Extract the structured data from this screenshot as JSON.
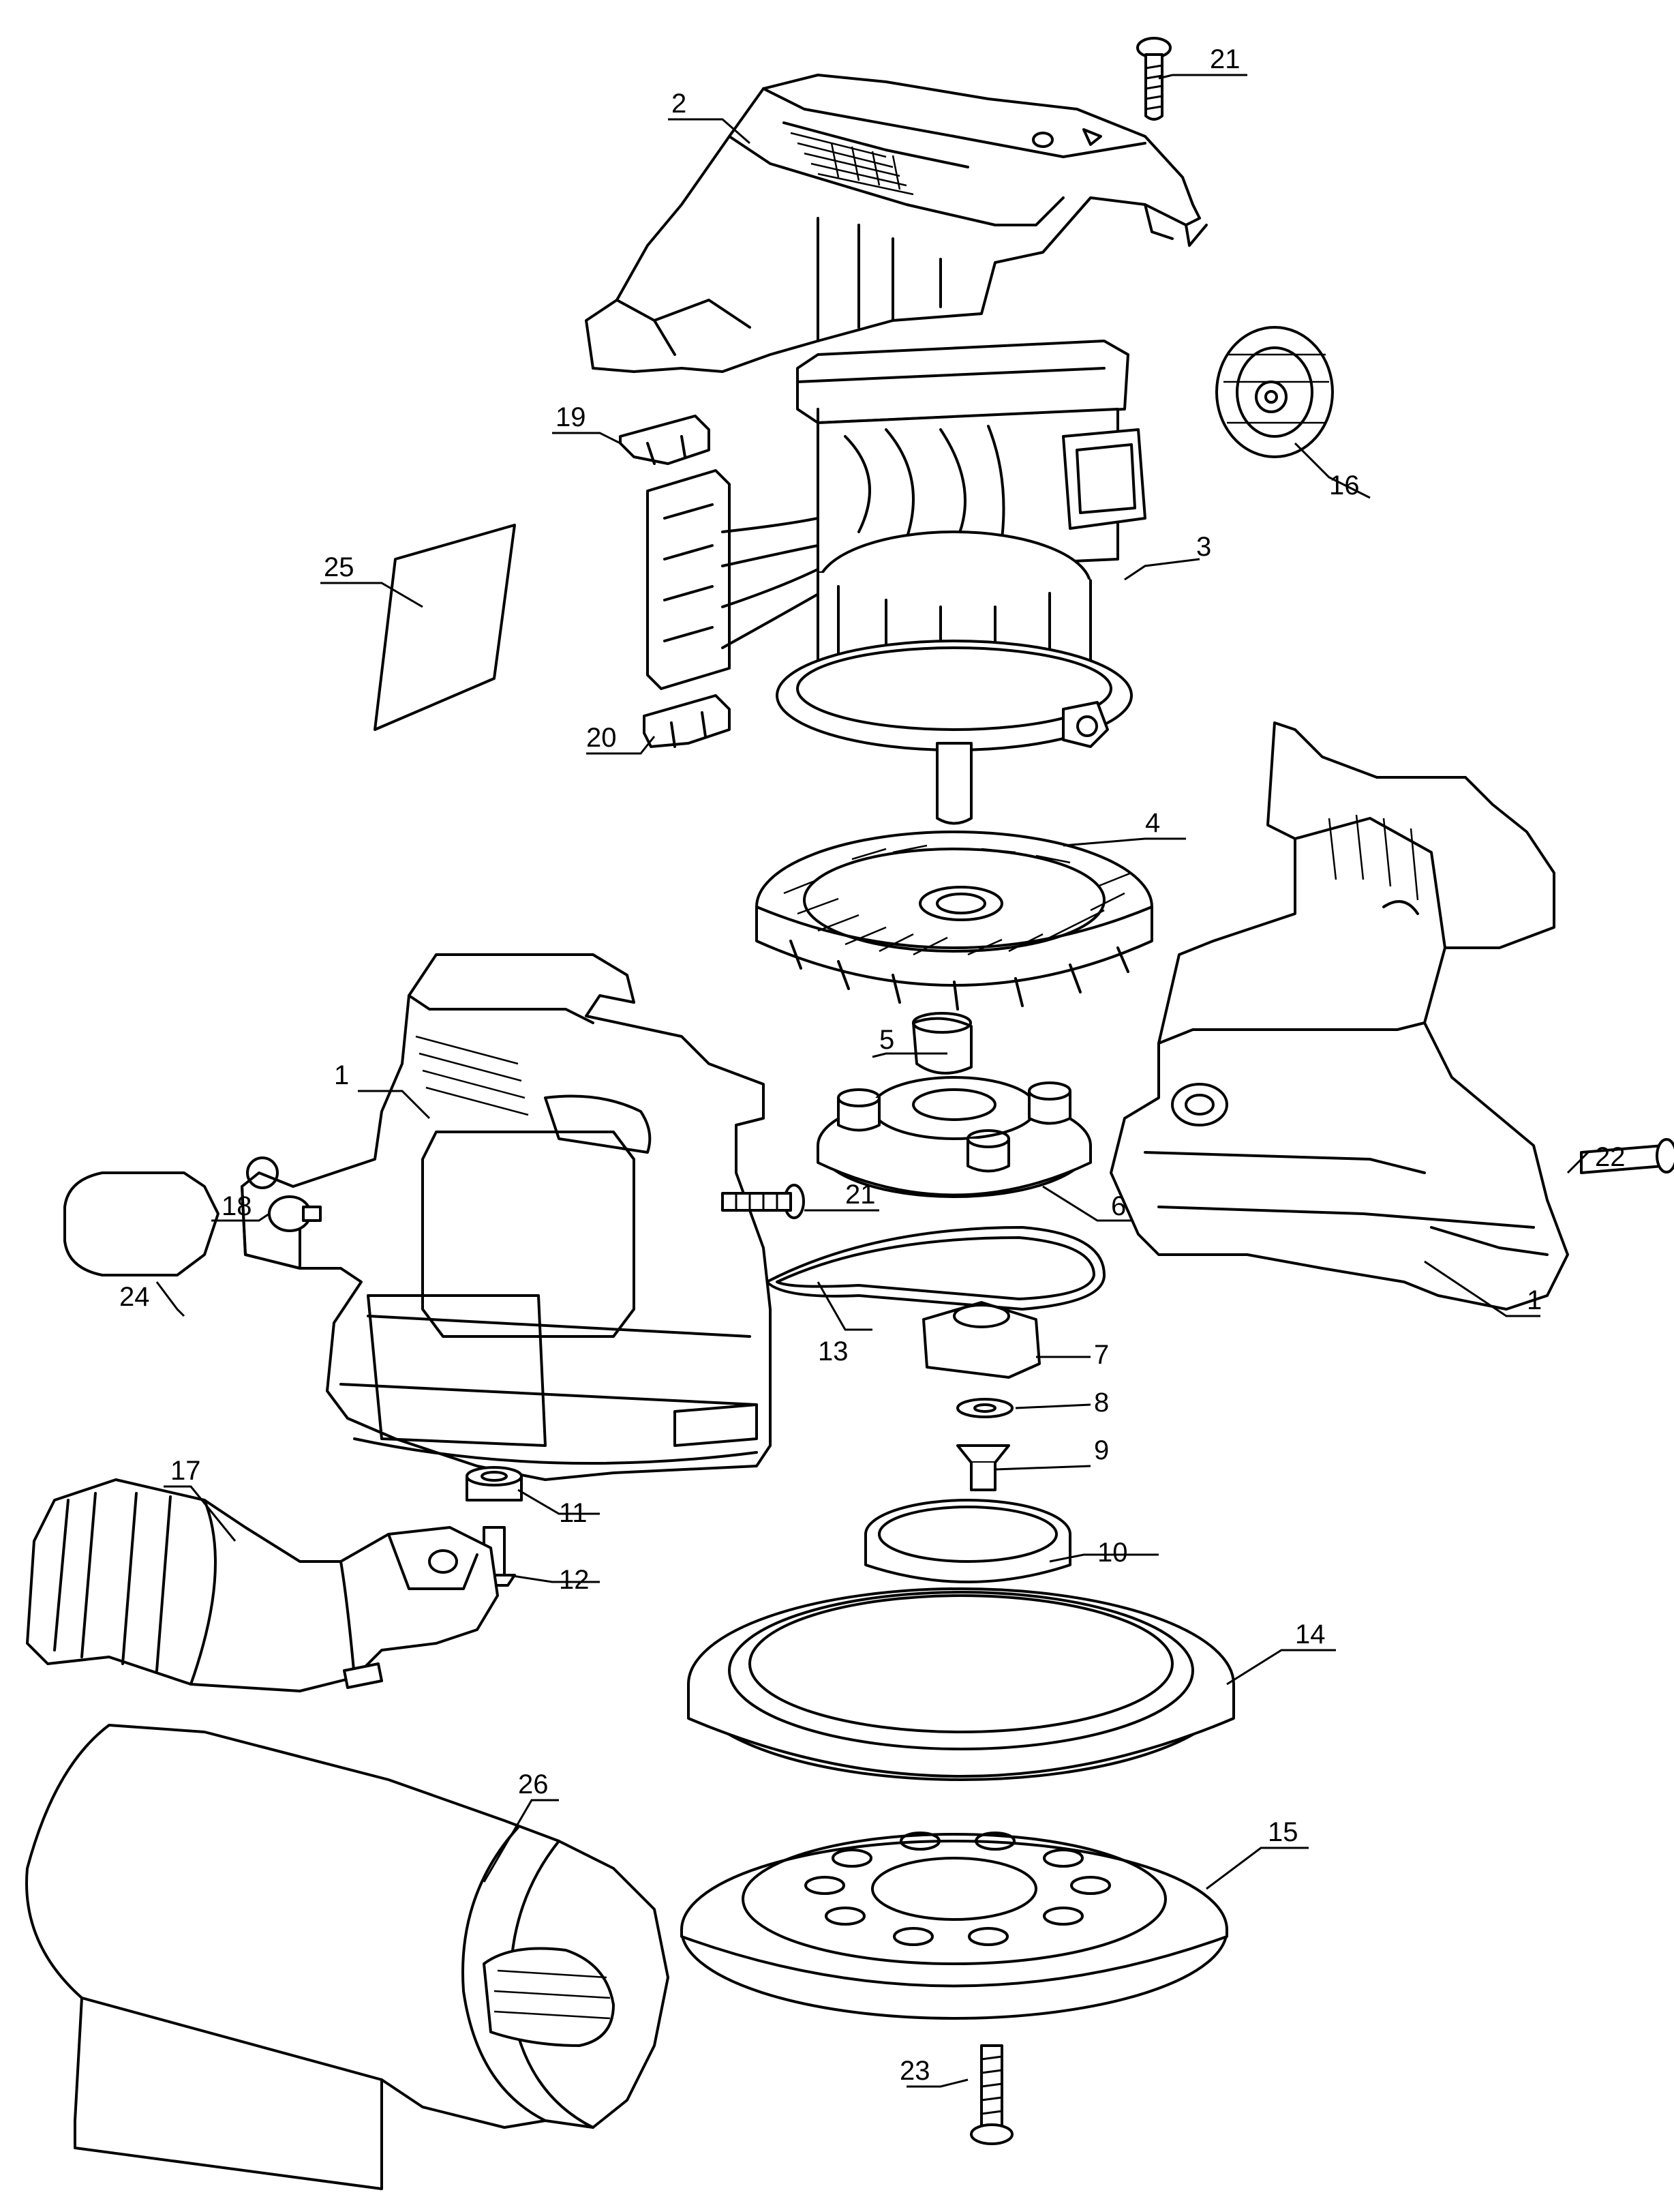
{
  "diagram": {
    "parts": [
      {
        "number": "1"
      },
      {
        "number": "1"
      },
      {
        "number": "2"
      },
      {
        "number": "3"
      },
      {
        "number": "4"
      },
      {
        "number": "5"
      },
      {
        "number": "6"
      },
      {
        "number": "7"
      },
      {
        "number": "8"
      },
      {
        "number": "9"
      },
      {
        "number": "10"
      },
      {
        "number": "11"
      },
      {
        "number": "12"
      },
      {
        "number": "13"
      },
      {
        "number": "14"
      },
      {
        "number": "15"
      },
      {
        "number": "16"
      },
      {
        "number": "17"
      },
      {
        "number": "18"
      },
      {
        "number": "19"
      },
      {
        "number": "20"
      },
      {
        "number": "21"
      },
      {
        "number": "21"
      },
      {
        "number": "22"
      },
      {
        "number": "23"
      },
      {
        "number": "24"
      },
      {
        "number": "25"
      },
      {
        "number": "26"
      }
    ]
  }
}
